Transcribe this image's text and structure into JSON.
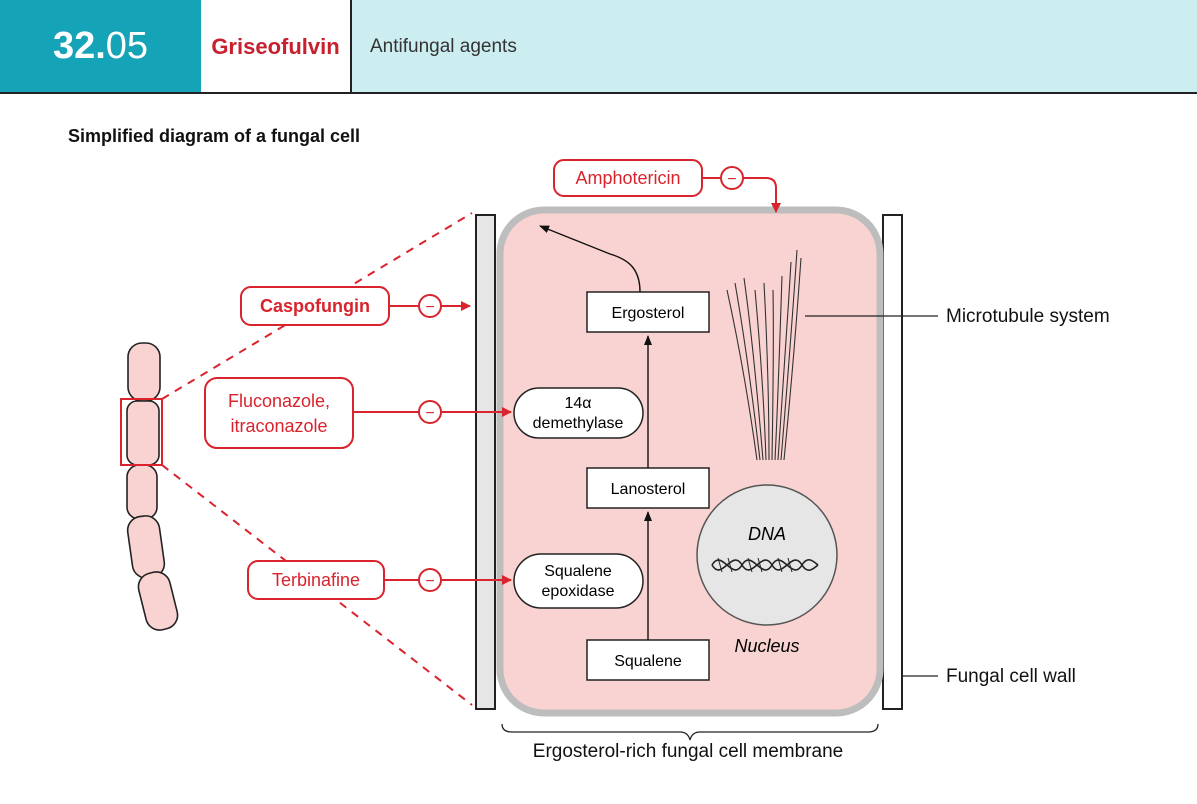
{
  "header": {
    "chapter_major": "32.",
    "chapter_minor": "05",
    "drug": "Griseofulvin",
    "category": "Antifungal agents"
  },
  "subtitle": "Simplified diagram of a fungal cell",
  "drugs": {
    "amphotericin": "Amphotericin",
    "caspofungin": "Caspofungin",
    "fluconazole_line1": "Fluconazole,",
    "fluconazole_line2": "itraconazole",
    "terbinafine": "Terbinafine"
  },
  "inhibit_symbol": "−",
  "pathway": {
    "ergosterol": "Ergosterol",
    "demethylase_line1": "14α",
    "demethylase_line2": "demethylase",
    "lanosterol": "Lanosterol",
    "squalene_epoxidase_line1": "Squalene",
    "squalene_epoxidase_line2": "epoxidase",
    "squalene": "Squalene"
  },
  "nucleus": {
    "dna": "DNA",
    "label": "Nucleus"
  },
  "labels": {
    "microtubule": "Microtubule system",
    "cell_wall": "Fungal cell wall",
    "membrane": "Ergosterol-rich fungal cell membrane"
  },
  "colors": {
    "teal": "#15a3b7",
    "light_teal": "#cdeef1",
    "drug_red": "#d9232d",
    "cell_fill": "#f9d3d1",
    "membrane_grey": "#bdbdbd"
  }
}
